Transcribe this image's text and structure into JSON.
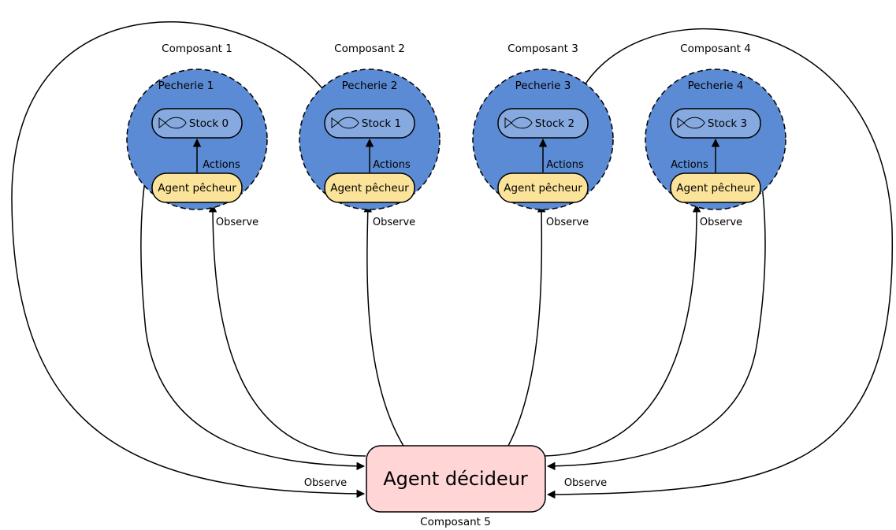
{
  "components": [
    {
      "label": "Composant 1",
      "fishery": "Pecherie 1",
      "stock": "Stock 0",
      "agent": "Agent pêcheur",
      "actions": "Actions",
      "observe": "Observe"
    },
    {
      "label": "Composant 2",
      "fishery": "Pecherie 2",
      "stock": "Stock 1",
      "agent": "Agent pêcheur",
      "actions": "Actions",
      "observe": "Observe"
    },
    {
      "label": "Composant 3",
      "fishery": "Pecherie 3",
      "stock": "Stock 2",
      "agent": "Agent pêcheur",
      "actions": "Actions",
      "observe": "Observe"
    },
    {
      "label": "Composant 4",
      "fishery": "Pecherie 4",
      "stock": "Stock 3",
      "agent": "Agent pêcheur",
      "actions": "Actions",
      "observe": "Observe"
    }
  ],
  "decider": {
    "label": "Agent décideur",
    "component": "Composant 5"
  },
  "observe_left": "Observe",
  "observe_right": "Observe",
  "icons": {
    "stock": "fish-icon"
  },
  "colors": {
    "fishery_fill": "#5b8bd4",
    "stock_fill": "#86a9e0",
    "fisher_agent_fill": "#fbe49a",
    "decider_fill": "#ffd5d6"
  }
}
